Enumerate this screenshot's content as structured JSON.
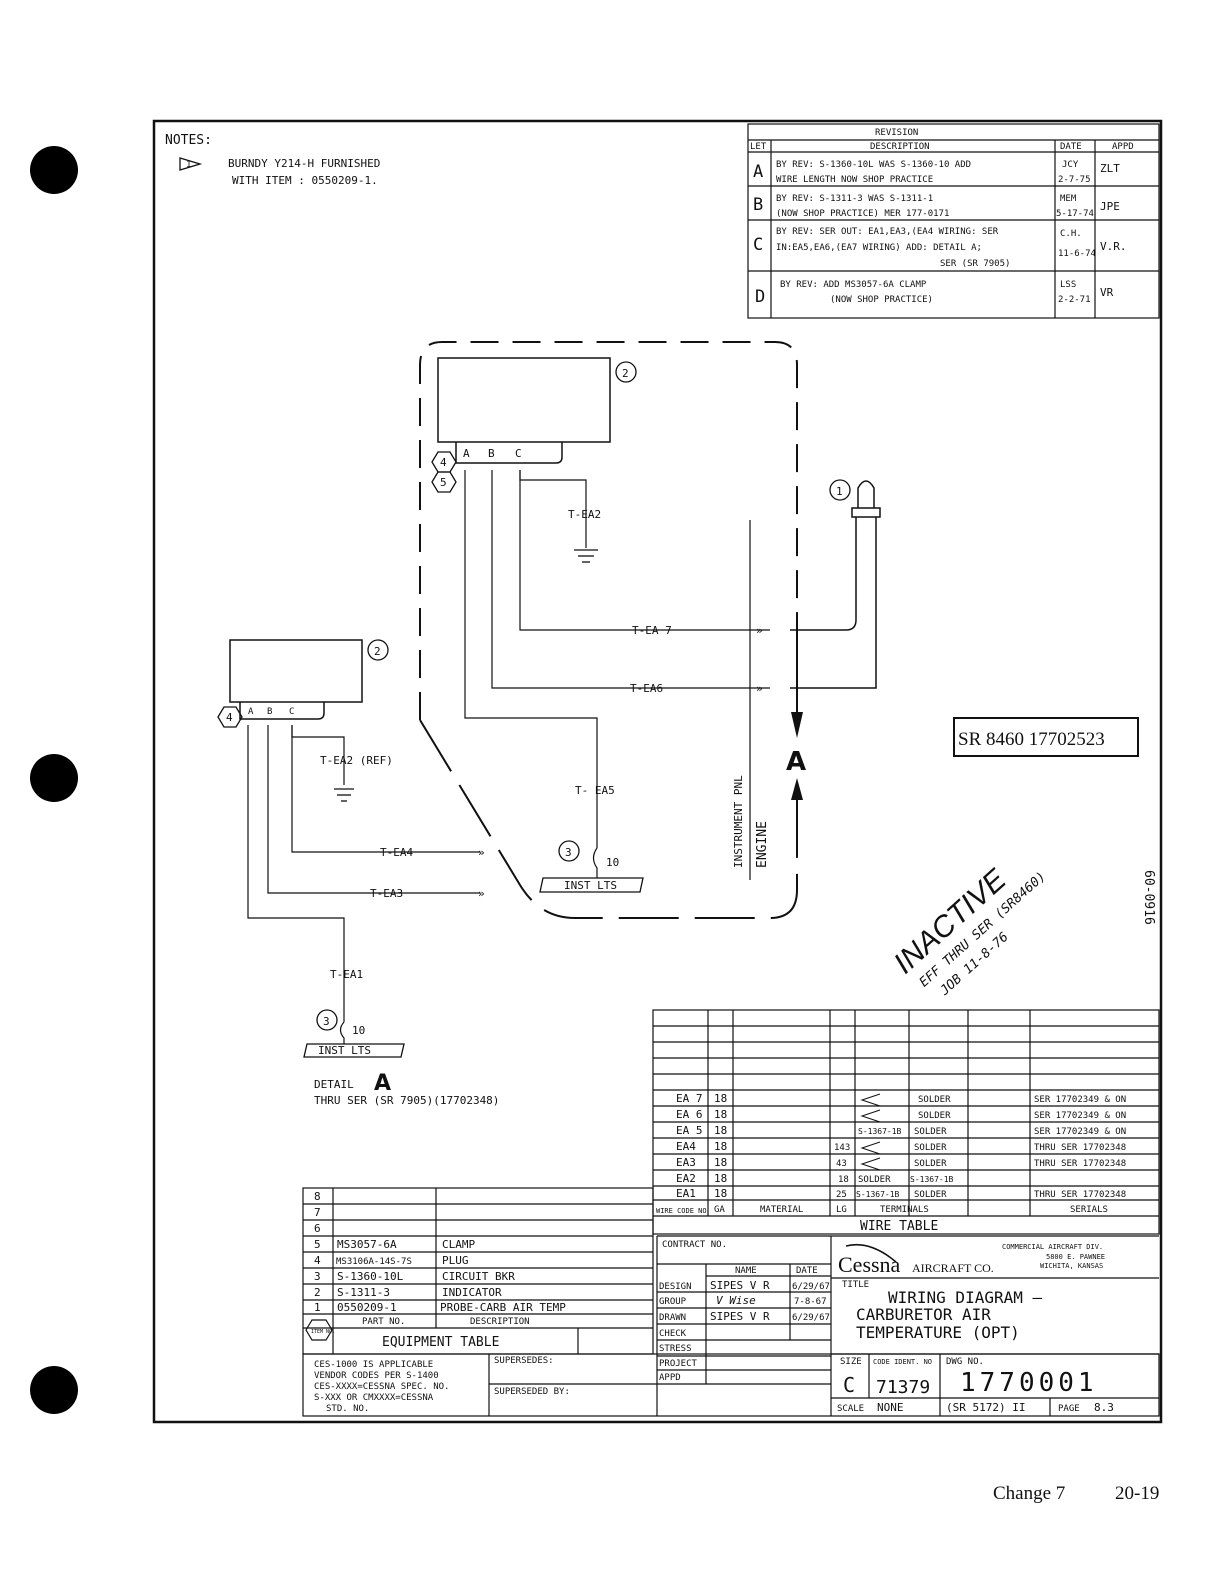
{
  "notes": {
    "header": "NOTES:",
    "note1_line1": "BURNDY Y214-H FURNISHED",
    "note1_line2": "WITH ITEM : 0550209-1."
  },
  "revision": {
    "title": "REVISION",
    "col_let": "LET",
    "col_desc": "DESCRIPTION",
    "col_date": "DATE",
    "col_appd": "APPD",
    "rows": [
      {
        "let": "A",
        "l1": "BY REV: S-1360-10L WAS S-1360-10 ADD",
        "l2": "WIRE LENGTH        NOW SHOP PRACTICE",
        "date1": "JCY",
        "date2": "2-7-75",
        "appd": "ZLT"
      },
      {
        "let": "B",
        "l1": "BY REV: S-1311-3 WAS S-1311-1",
        "l2": "(NOW SHOP PRACTICE) MER 177-0171",
        "date1": "MEM",
        "date2": "5-17-74",
        "appd": "JPE"
      },
      {
        "let": "C",
        "l1": "BY REV: SER OUT: EA1,EA3,(EA4 WIRING: SER",
        "l2": "IN:EA5,EA6,(EA7 WIRING) ADD: DETAIL A;",
        "l3": "SER (SR 7905)",
        "date1": "C.H.",
        "date2": "11-6-74",
        "appd": "V.R."
      },
      {
        "let": "D",
        "l1": "BY REV: ADD MS3057-6A CLAMP",
        "l2": "(NOW SHOP PRACTICE)",
        "date1": "LSS",
        "date2": "2-2-71",
        "appd": "VR"
      }
    ]
  },
  "diagram": {
    "pin_a": "A",
    "pin_b": "B",
    "pin_c": "C",
    "pin_a2": "A",
    "pin_b2": "B",
    "pin_c2": "C",
    "item2": "2",
    "item2b": "2",
    "item4": "4",
    "item4b": "4",
    "item5": "5",
    "item1": "1",
    "item3": "3",
    "item3b": "3",
    "wire_tea2": "T-EA2",
    "wire_tea7": "T-EA 7",
    "wire_tea6": "T-EA6",
    "wire_tea5": "T- EA5",
    "wire_tea2ref": "T-EA2 (REF)",
    "wire_tea4": "T-EA4",
    "wire_tea3": "T-EA3",
    "wire_tea1": "T-EA1",
    "term10": "10",
    "term10b": "10",
    "inst_lts": "INST LTS",
    "inst_lts2": "INST LTS",
    "instrument_pnl": "INSTRUMENT PNL",
    "engine": "ENGINE",
    "detail_letter": "A",
    "detail_label": "DETAIL",
    "detail_thru": "THRU SER (SR 7905)(17702348)",
    "sr_stamp": "SR 8460 17702523",
    "inactive": "INACTIVE",
    "inactive_eff": "EFF THRU SER (SR8460)",
    "inactive_date": "JOB 11-8-76",
    "side_code": "60-0916"
  },
  "wire_table": {
    "title": "WIRE TABLE",
    "headers": {
      "code": "WIRE CODE NO",
      "ga": "GA",
      "material": "MATERIAL",
      "lg": "LG",
      "terminals": "TERMINALS",
      "serials": "SERIALS"
    },
    "rows": [
      {
        "code": "EA 7",
        "ga": "18",
        "lg": "",
        "t1": "",
        "t2": "SOLDER",
        "serials": "SER 17702349 & ON"
      },
      {
        "code": "EA 6",
        "ga": "18",
        "lg": "",
        "t1": "",
        "t2": "SOLDER",
        "serials": "SER 17702349 & ON"
      },
      {
        "code": "EA 5",
        "ga": "18",
        "lg": "",
        "t1": "S-1367-1B",
        "t2": "SOLDER",
        "serials": "SER 17702349 & ON"
      },
      {
        "code": "EA4",
        "ga": "18",
        "lg": "143",
        "t1": "",
        "t2": "SOLDER",
        "serials": "THRU SER 17702348"
      },
      {
        "code": "EA3",
        "ga": "18",
        "lg": "43",
        "t1": "",
        "t2": "SOLDER",
        "serials": "THRU SER 17702348"
      },
      {
        "code": "EA2",
        "ga": "18",
        "lg": "18",
        "t1": "SOLDER",
        "t2": "S-1367-1B",
        "serials": ""
      },
      {
        "code": "EA1",
        "ga": "18",
        "lg": "25",
        "t1": "S-1367-1B",
        "t2": "SOLDER",
        "serials": "THRU SER 17702348"
      }
    ]
  },
  "equipment_table": {
    "title": "EQUIPMENT TABLE",
    "col_part": "PART NO.",
    "col_desc": "DESCRIPTION",
    "col_item": "ITEM NO.",
    "rows": [
      {
        "n": "8",
        "part": "",
        "desc": ""
      },
      {
        "n": "7",
        "part": "",
        "desc": ""
      },
      {
        "n": "6",
        "part": "",
        "desc": ""
      },
      {
        "n": "5",
        "part": "MS3057-6A",
        "desc": "CLAMP"
      },
      {
        "n": "4",
        "part": "MS3106A-14S-7S",
        "desc": "PLUG"
      },
      {
        "n": "3",
        "part": "S-1360-10L",
        "desc": "CIRCUIT BKR"
      },
      {
        "n": "2",
        "part": "S-1311-3",
        "desc": "INDICATOR"
      },
      {
        "n": "1",
        "part": "0550209-1",
        "desc": "PROBE-CARB AIR TEMP"
      }
    ]
  },
  "title_block": {
    "ces_note_l1": "CES-1000 IS APPLICABLE",
    "ces_note_l2": "VENDOR CODES PER S-1400",
    "ces_note_l3": "CES-XXXX=CESSNA SPEC. NO.",
    "ces_note_l4": "S-XXX OR CMXXXX=CESSNA",
    "ces_note_l5": "STD. NO.",
    "supersedes": "SUPERSEDES:",
    "superseded_by": "SUPERSEDED BY:",
    "contract_no": "CONTRACT NO.",
    "col_name": "NAME",
    "col_date": "DATE",
    "roles": [
      {
        "role": "DESIGN",
        "name": "SIPES V R",
        "date": "6/29/67"
      },
      {
        "role": "GROUP",
        "name": "V Wise",
        "date": "7-8-67"
      },
      {
        "role": "DRAWN",
        "name": "SIPES V R",
        "date": "6/29/67"
      },
      {
        "role": "CHECK",
        "name": "",
        "date": ""
      },
      {
        "role": "STRESS",
        "name": "",
        "date": ""
      },
      {
        "role": "PROJECT",
        "name": "",
        "date": ""
      },
      {
        "role": "APPD",
        "name": "",
        "date": ""
      }
    ],
    "company_logo": "Cessna",
    "company_aircraft": "AIRCRAFT CO.",
    "division_l1": "COMMERCIAL AIRCRAFT DIV.",
    "division_l2": "5800 E. PAWNEE",
    "division_l3": "WICHITA, KANSAS",
    "title_label": "TITLE",
    "title_l1": "WIRING DIAGRAM —",
    "title_l2": "CARBURETOR AIR",
    "title_l3": "TEMPERATURE (OPT)",
    "size_label": "SIZE",
    "size": "C",
    "code_ident_label": "CODE IDENT. NO",
    "code_ident": "71379",
    "dwg_no_label": "DWG NO.",
    "dwg_no": "1770001",
    "scale_label": "SCALE",
    "scale": "NONE",
    "scale_ref": "(SR 5172) II",
    "page_label": "PAGE",
    "page": "8.3"
  },
  "footer": {
    "change": "Change 7",
    "page": "20-19"
  }
}
